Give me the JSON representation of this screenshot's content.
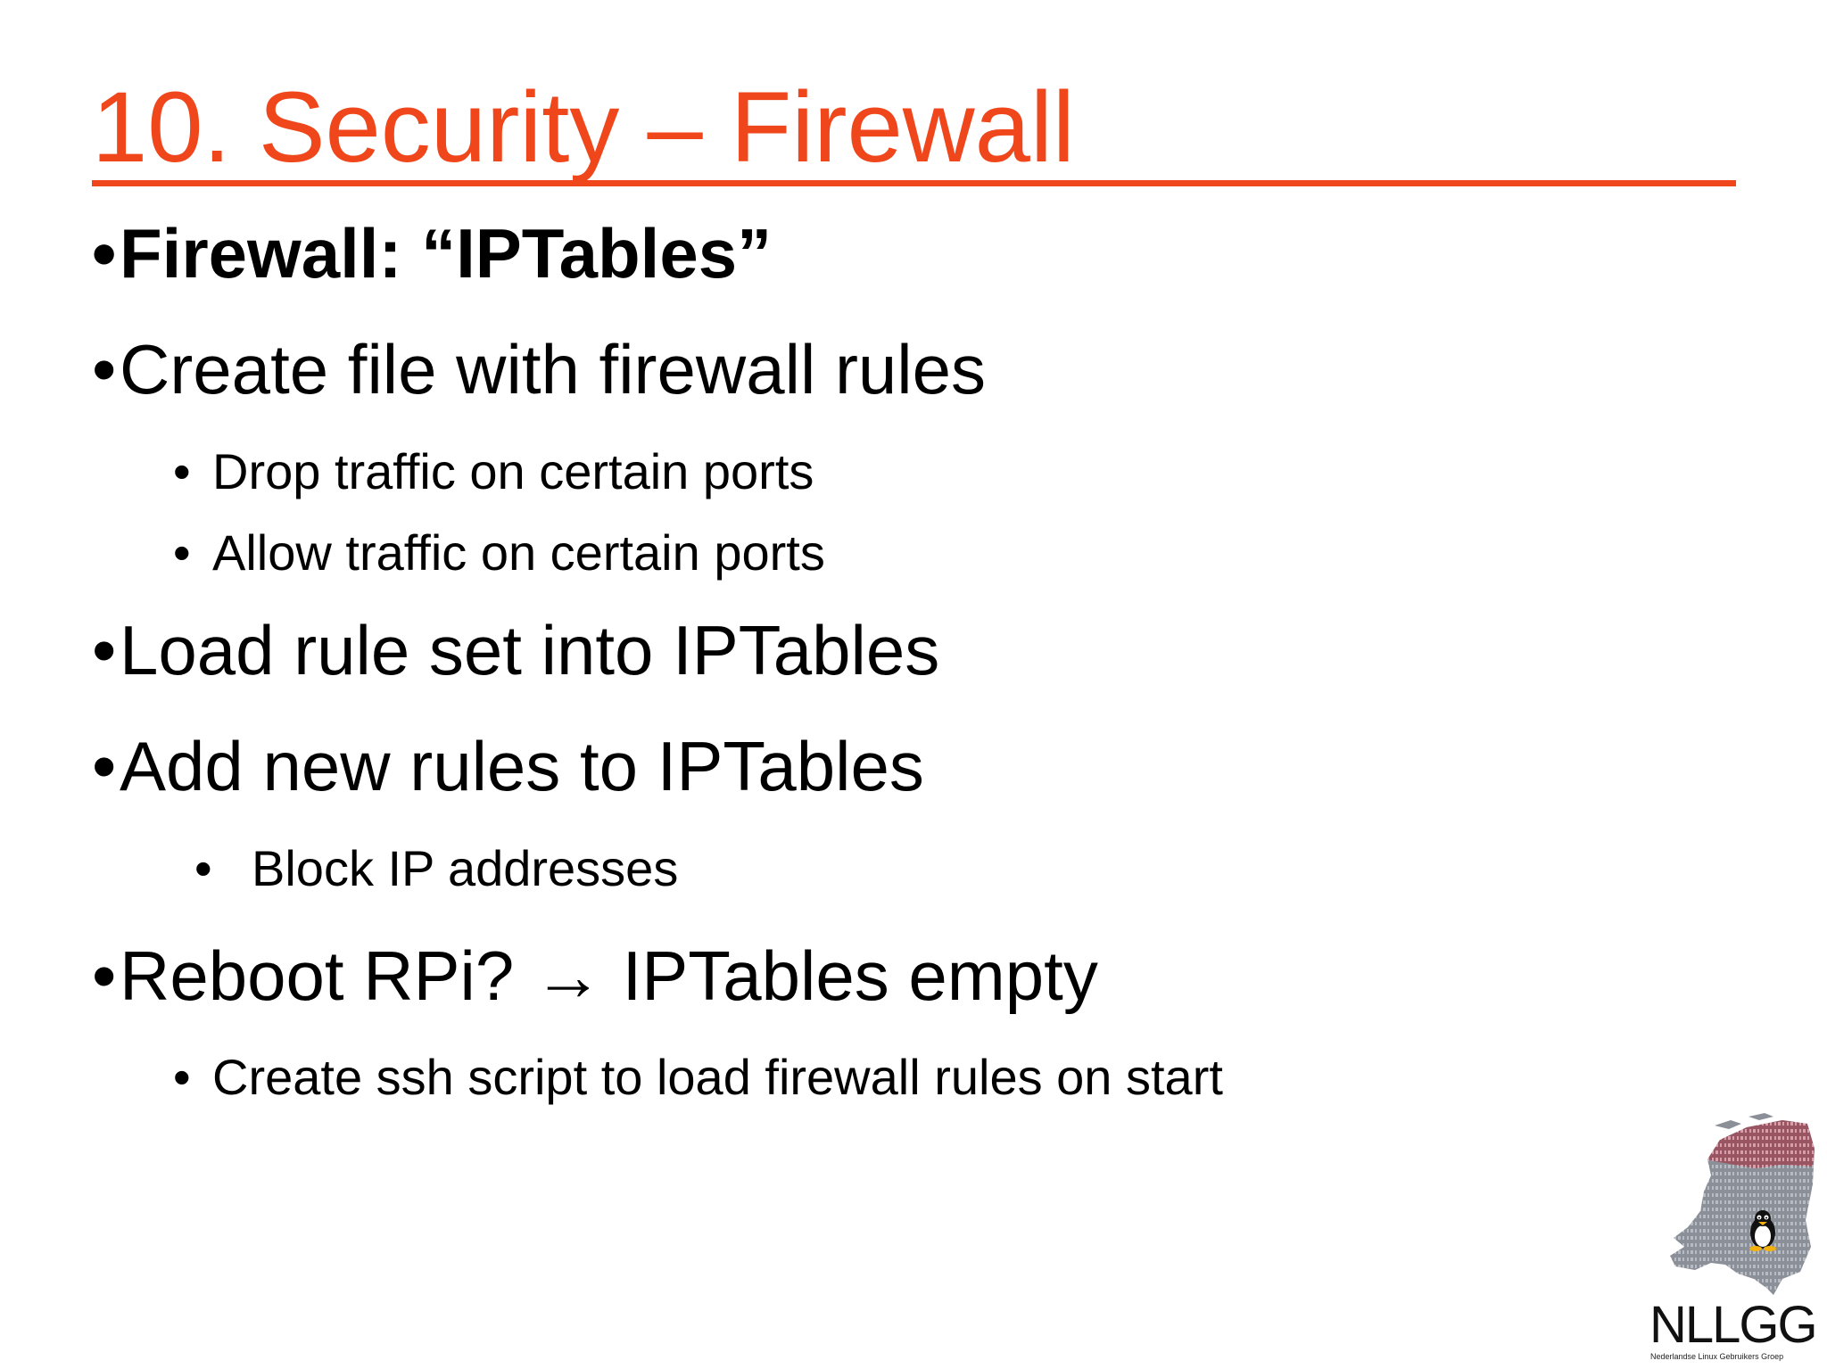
{
  "slide": {
    "title": "10. Security – Firewall",
    "accent_color": "#f0461b",
    "bullets": [
      {
        "level": 1,
        "bold": true,
        "text": "Firewall: “IPTables”"
      },
      {
        "level": 1,
        "bold": false,
        "text": "Create file with firewall rules"
      },
      {
        "level": 2,
        "text": "Drop traffic on certain ports"
      },
      {
        "level": 2,
        "text": "Allow traffic on certain ports"
      },
      {
        "level": 1,
        "bold": false,
        "text": "Load rule set into IPTables"
      },
      {
        "level": 1,
        "bold": false,
        "text": "Add new rules to IPTables"
      },
      {
        "level": 2,
        "text": "Block IP addresses"
      },
      {
        "level": 1,
        "bold": false,
        "text": "Reboot RPi? → IPTables empty"
      },
      {
        "level": 2,
        "text": "Create ssh script to load firewall rules on start"
      }
    ],
    "bullet_marker": "•"
  },
  "logo": {
    "name": "NLLGG",
    "subtitle": "Nederlandse Linux Gebruikers Groep",
    "icon": "netherlands-map-tux-icon"
  }
}
